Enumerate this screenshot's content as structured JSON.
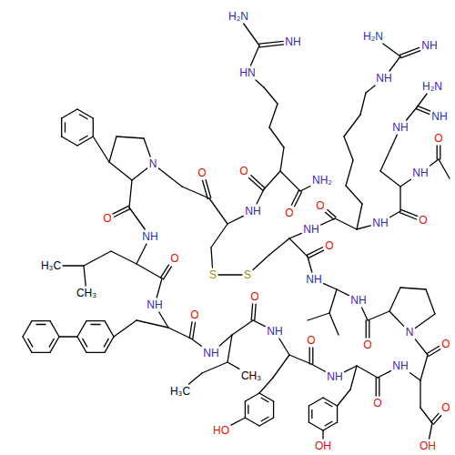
{
  "diagram": {
    "labels": [
      "N",
      "O",
      "NH",
      "H₃C",
      "CH₃",
      "O",
      "NH",
      "O",
      "NH",
      "CH₃",
      "H₃C",
      "O",
      "NH",
      "HO",
      "O",
      "NH",
      "OH",
      "O",
      "NH",
      "O",
      "OH",
      "O",
      "N",
      "O",
      "NH",
      "NH",
      "O",
      "S",
      "S",
      "O",
      "NH",
      "O",
      "O",
      "NH₂",
      "HN",
      "H₂N",
      "NH",
      "NH",
      "O",
      "NH",
      "H₂N",
      "NH",
      "NH",
      "O",
      "NH",
      "O",
      "NH",
      "H₂N",
      "NH"
    ]
  }
}
